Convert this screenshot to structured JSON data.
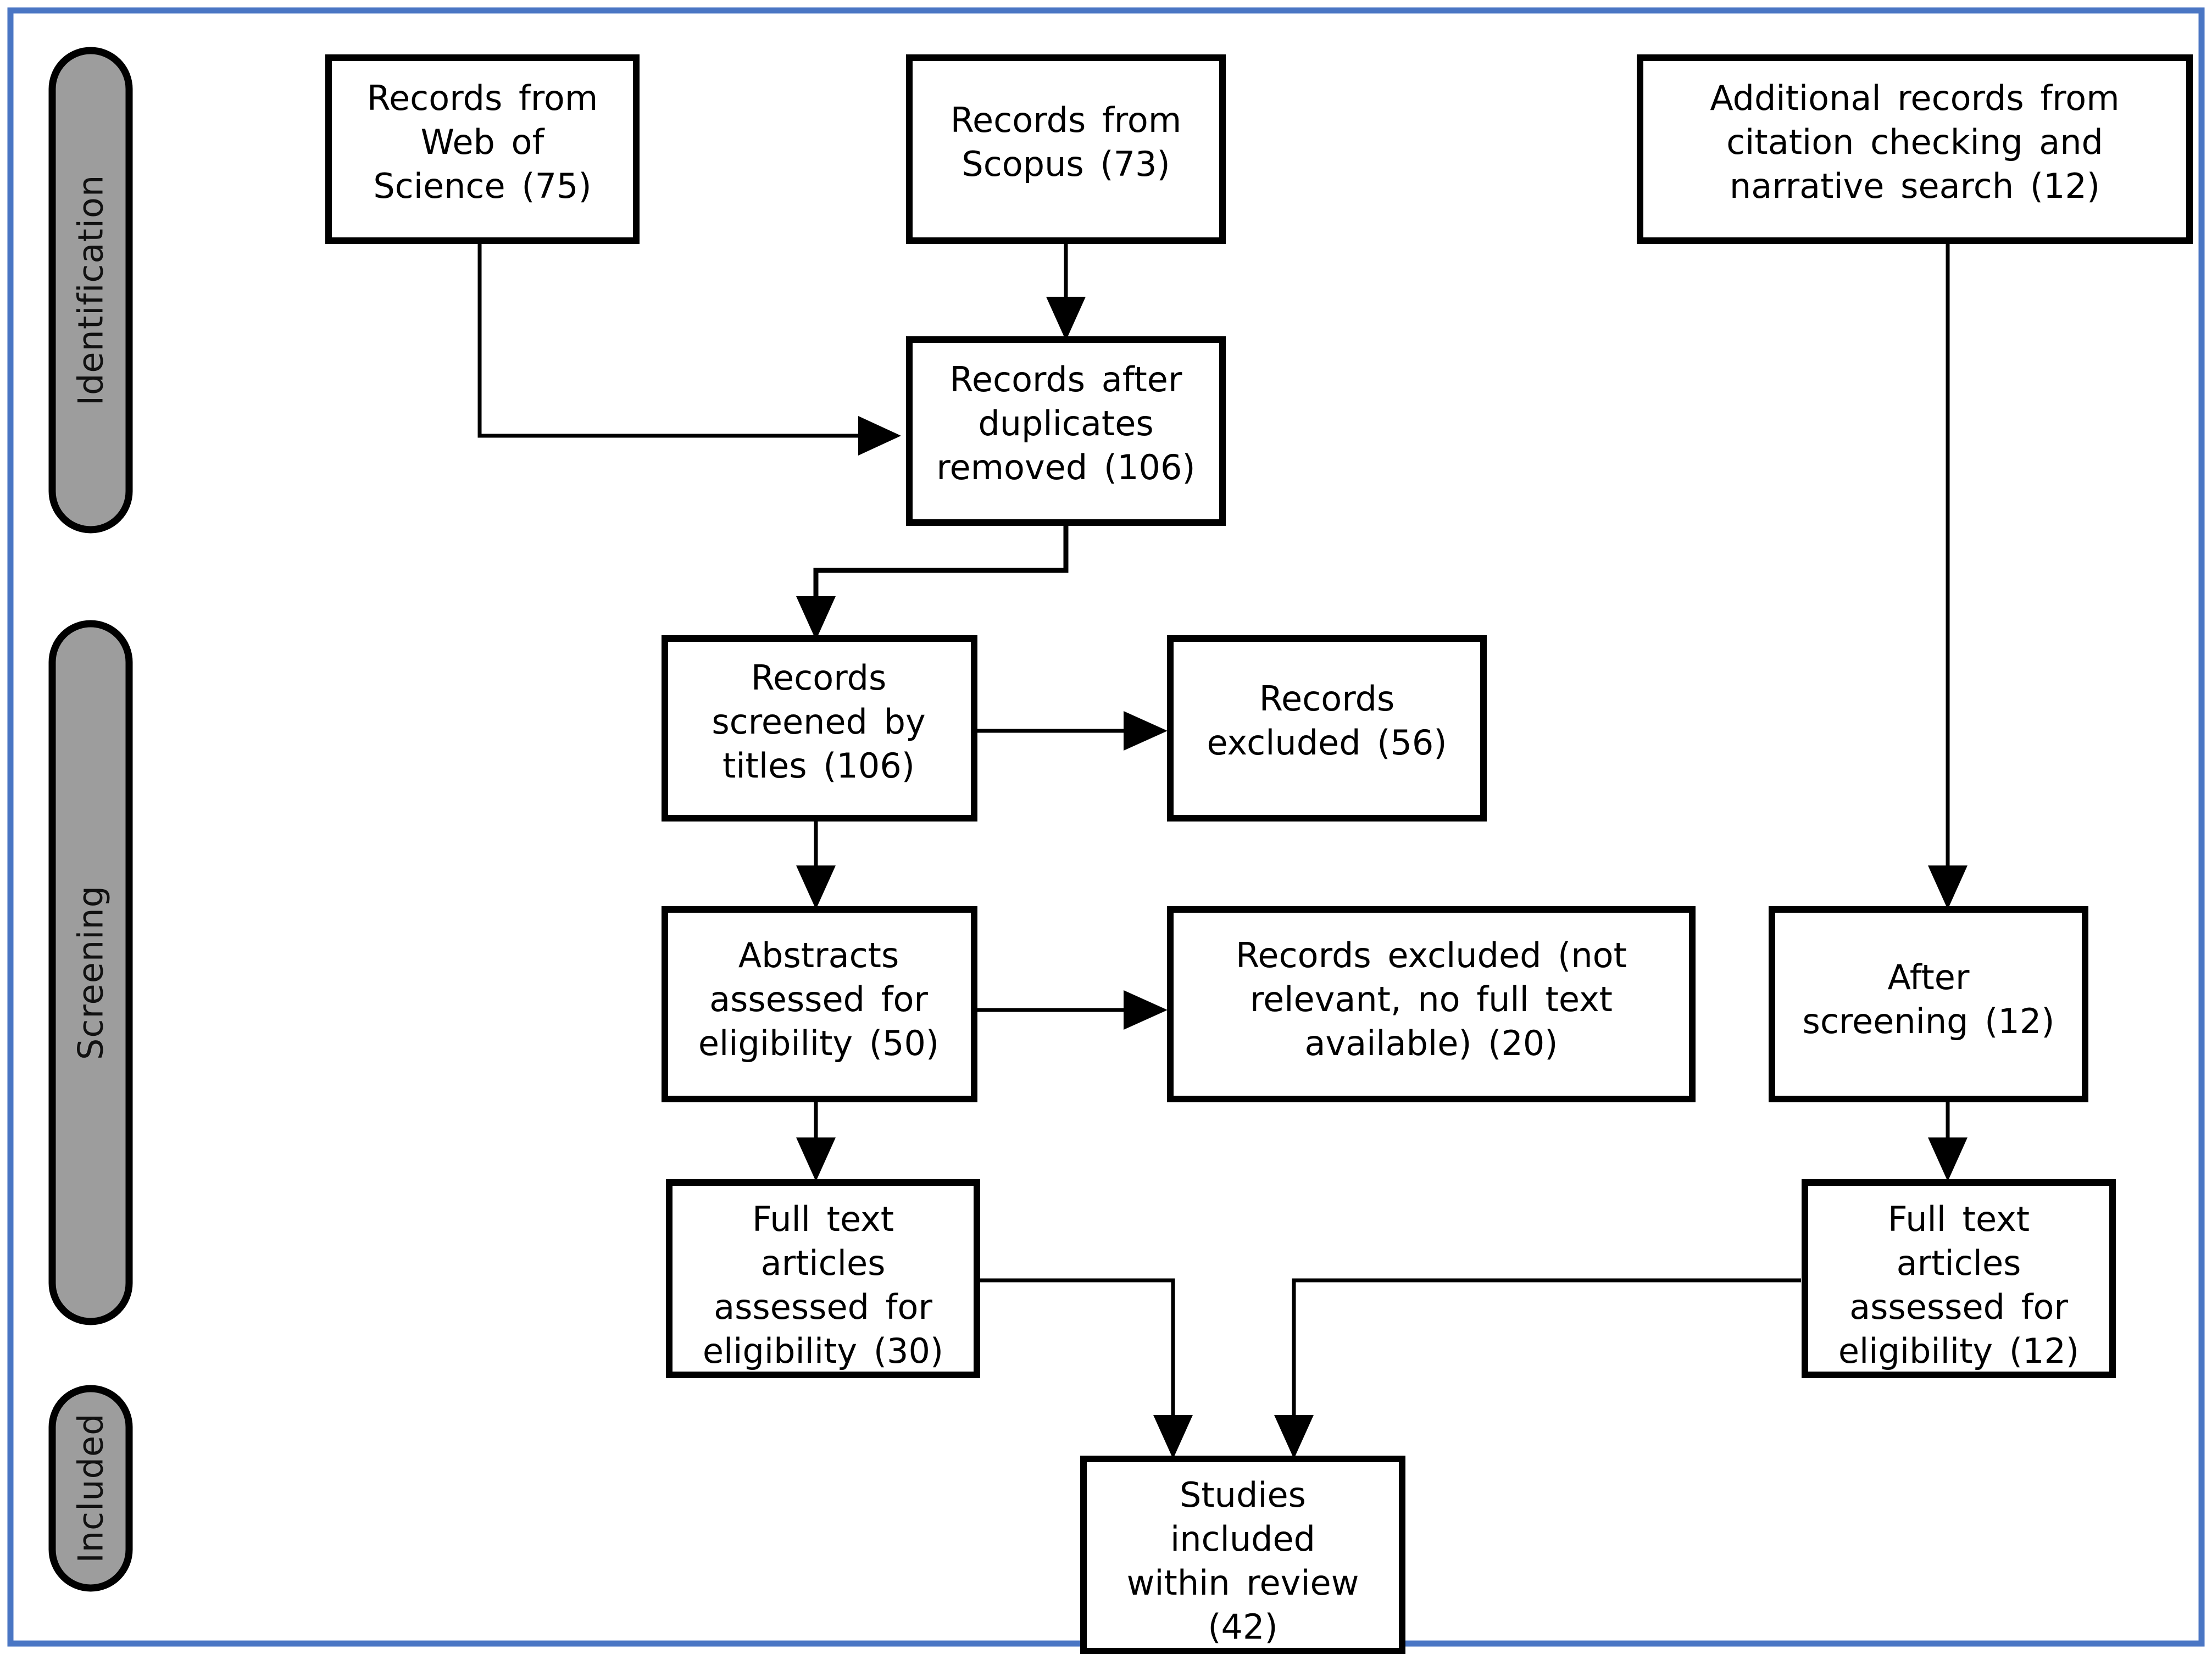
{
  "diagram": {
    "type": "prisma-flow-diagram",
    "frame_color": "#4a76c4",
    "stage_fill_color": "#9d9d9d",
    "box_border_color": "#000000",
    "box_fill_color": "#ffffff"
  },
  "stages": [
    {
      "id": "identification",
      "label": "Identification"
    },
    {
      "id": "screening",
      "label": "Screening"
    },
    {
      "id": "included",
      "label": "Included"
    }
  ],
  "nodes": {
    "web_of_science": {
      "lines": [
        "Records  from",
        "Web  of",
        "Science  (75)"
      ],
      "count": 75
    },
    "scopus": {
      "lines": [
        "Records  from",
        "Scopus  (73)"
      ],
      "count": 73
    },
    "additional_records": {
      "lines": [
        "Additional  records  from",
        "citation  checking  and",
        "narrative  search  (12)"
      ],
      "count": 12
    },
    "duplicates_removed": {
      "lines": [
        "Records  after",
        "duplicates",
        "removed  (106)"
      ],
      "count": 106
    },
    "screened_titles": {
      "lines": [
        "Records",
        "screened  by",
        "titles  (106)"
      ],
      "count": 106
    },
    "excluded_titles": {
      "lines": [
        "Records",
        "excluded  (56)"
      ],
      "count": 56
    },
    "abstracts_eligibility": {
      "lines": [
        "Abstracts",
        "assessed  for",
        "eligibility  (50)"
      ],
      "count": 50
    },
    "excluded_abstracts": {
      "lines": [
        "Records  excluded  (not",
        "relevant,  no  full  text",
        "available)  (20)"
      ],
      "count": 20
    },
    "after_screening": {
      "lines": [
        "After",
        "screening  (12)"
      ],
      "count": 12
    },
    "fulltext_left": {
      "lines": [
        "Full  text",
        "articles",
        "assessed  for",
        "eligibility  (30)"
      ],
      "count": 30
    },
    "fulltext_right": {
      "lines": [
        "Full  text",
        "articles",
        "assessed  for",
        "eligibility  (12)"
      ],
      "count": 12
    },
    "studies_included": {
      "lines": [
        "Studies",
        "included",
        "within  review",
        "(42)"
      ],
      "count": 42
    }
  }
}
